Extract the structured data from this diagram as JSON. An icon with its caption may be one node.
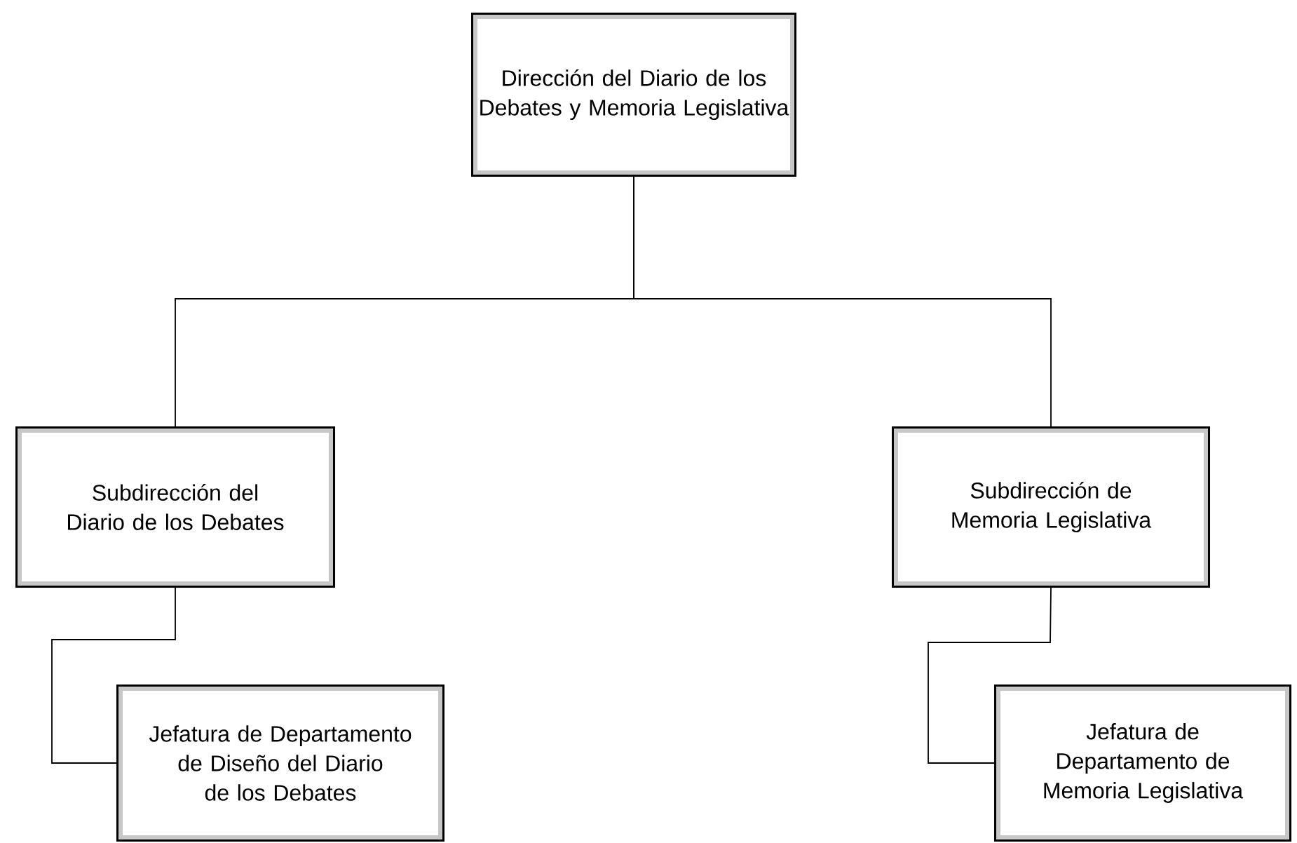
{
  "diagram": {
    "nodes": [
      {
        "text": [
          "Dirección del Diario de los Debates y Memoria Legislativa"
        ]
      },
      {
        "text": [
          "Subdirección del Diario de los Debates"
        ]
      },
      {
        "text": [
          "Subdirección de Memoria Legislativa"
        ]
      },
      {
        "text": [
          "Jefatura de Departamento de Diseño del Diario de los Debates"
        ]
      },
      {
        "text": [
          "Jefatura de Departamento de Memoria Legislativa"
        ]
      }
    ],
    "edges": [
      {
        "from": 0,
        "to": 1,
        "arrow": "none"
      },
      {
        "from": 0,
        "to": 2,
        "arrow": "none"
      },
      {
        "from": 1,
        "to": 3,
        "arrow": "none"
      },
      {
        "from": 2,
        "to": 4,
        "arrow": "none"
      }
    ]
  }
}
